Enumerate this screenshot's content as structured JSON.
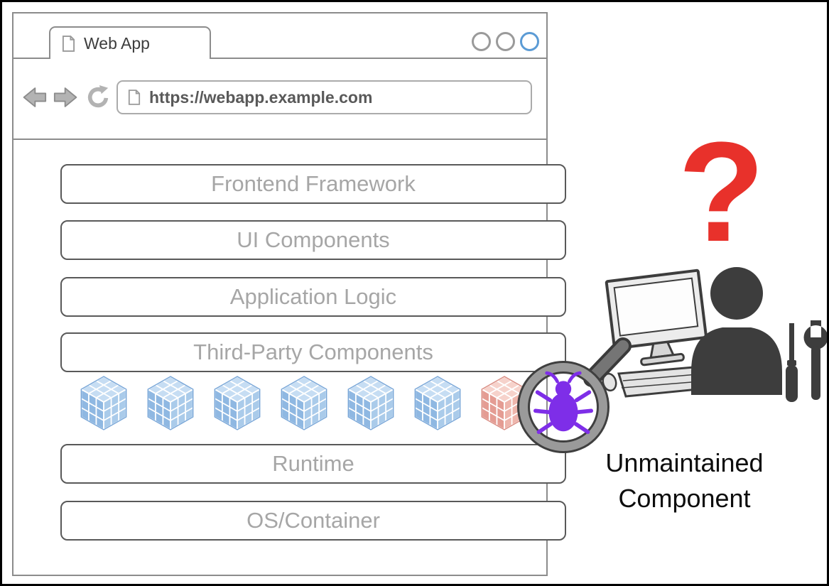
{
  "browser": {
    "tab_label": "Web App",
    "url": "https://webapp.example.com"
  },
  "layers": {
    "frontend": "Frontend Framework",
    "ui": "UI Components",
    "logic": "Application Logic",
    "third_party": "Third-Party Components",
    "runtime": "Runtime",
    "os": "OS/Container"
  },
  "components_row": {
    "blue_cube_count": 6,
    "red_cube_count": 1
  },
  "annotation": {
    "question_mark": "?",
    "caption_line1": "Unmaintained",
    "caption_line2": "Component"
  },
  "colors": {
    "cube_blue": "#9cc2e8",
    "cube_red": "#e8a69d",
    "bug_purple": "#7e2ee8",
    "question_red": "#e8312b",
    "accent_blue": "#5b9bd5",
    "frame_gray": "#8c8c8c"
  }
}
